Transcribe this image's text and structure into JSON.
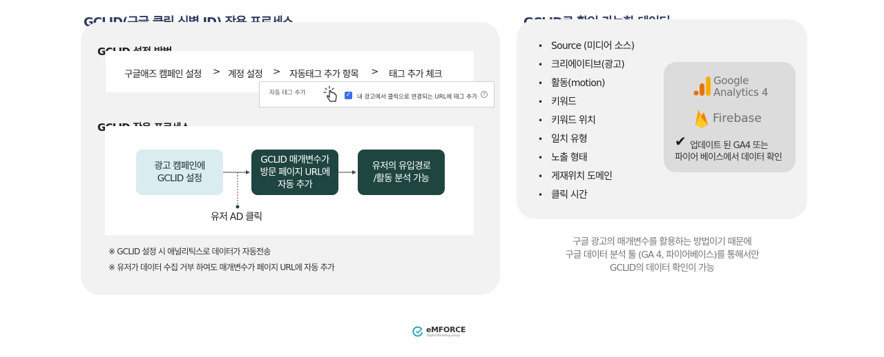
{
  "left": {
    "heading": "GCLID(구글 클릭 식별 ID) 작용 프로세스",
    "setup_title": "GCLID 설정 방법",
    "steps": [
      "구글애즈 캠페인 설정",
      "계정 설정",
      "자동태그 추가 항목",
      "태그 추가 체크"
    ],
    "step_separator": ">",
    "tag_popup": {
      "label": "자동 태그 추가",
      "checkbox_label": "내 광고에서 클릭으로 연결되는 URL에 태그 추가",
      "checked": true,
      "help_symbol": "?"
    },
    "process_title": "GCLID 작용 프로세스",
    "flow": [
      {
        "line1": "광고 캠페인에",
        "line2": "GCLID 설정",
        "line3": ""
      },
      {
        "line1": "GCLID 매개변수가",
        "line2": "방문 페이지 URL에",
        "line3": "자동 추가"
      },
      {
        "line1": "유저의 유입경로",
        "line2": "/활동 분석 가능",
        "line3": ""
      }
    ],
    "user_click": "유저 AD 클릭",
    "notes": [
      "※ GCLID 설정 시 애널리틱스로 데이터가 자동전송",
      "※ 유저가 데이터 수집 거부 하여도 매개변수가 페이지 URL에 자동 추가"
    ]
  },
  "right": {
    "heading": "GCLID로 확인 가능한 데이터",
    "bullet": "•",
    "items": [
      "Source (미디어 소스)",
      "크리에이티브(광고)",
      "활동(motion)",
      "키워드",
      "키워드 위치",
      "일치 유형",
      "노출 형태",
      "게재위치 도메인",
      "클릭 시간"
    ],
    "tools": {
      "ga_line1": "Google",
      "ga_line2": "Analytics 4",
      "firebase": "Firebase",
      "check": "✔",
      "update_line1": "업데이트 된 GA4 또는",
      "update_line2": "파이어 베이스에서 데이터 확인"
    },
    "caption": [
      "구글 광고의 매개변수를 활용하는 방법이기 때문에",
      "구글 데이터 분석 툴 (GA 4, 파이어베이스)를 통해서만",
      "GCLID의 데이터 확인이 가능"
    ]
  },
  "footer": {
    "brand": "eMFORCE",
    "tagline": "Digital Marketing Group"
  },
  "colors": {
    "heading": "#2f3a5e",
    "panel": "#f2f2f2",
    "flow_light": "#d9ecef",
    "flow_dark": "#1f4540",
    "checkbox": "#3a6ee8",
    "ga_orange": "#f9ab00",
    "ga_dark_orange": "#e37400",
    "firebase_yellow": "#ffca28",
    "firebase_orange": "#f57c00",
    "emforce_teal": "#2aa3b8"
  },
  "icons": [
    "pointer-hand-icon",
    "checkbox-checked-icon",
    "help-icon",
    "google-analytics-logo",
    "firebase-logo",
    "checkmark-icon",
    "emforce-logo"
  ]
}
